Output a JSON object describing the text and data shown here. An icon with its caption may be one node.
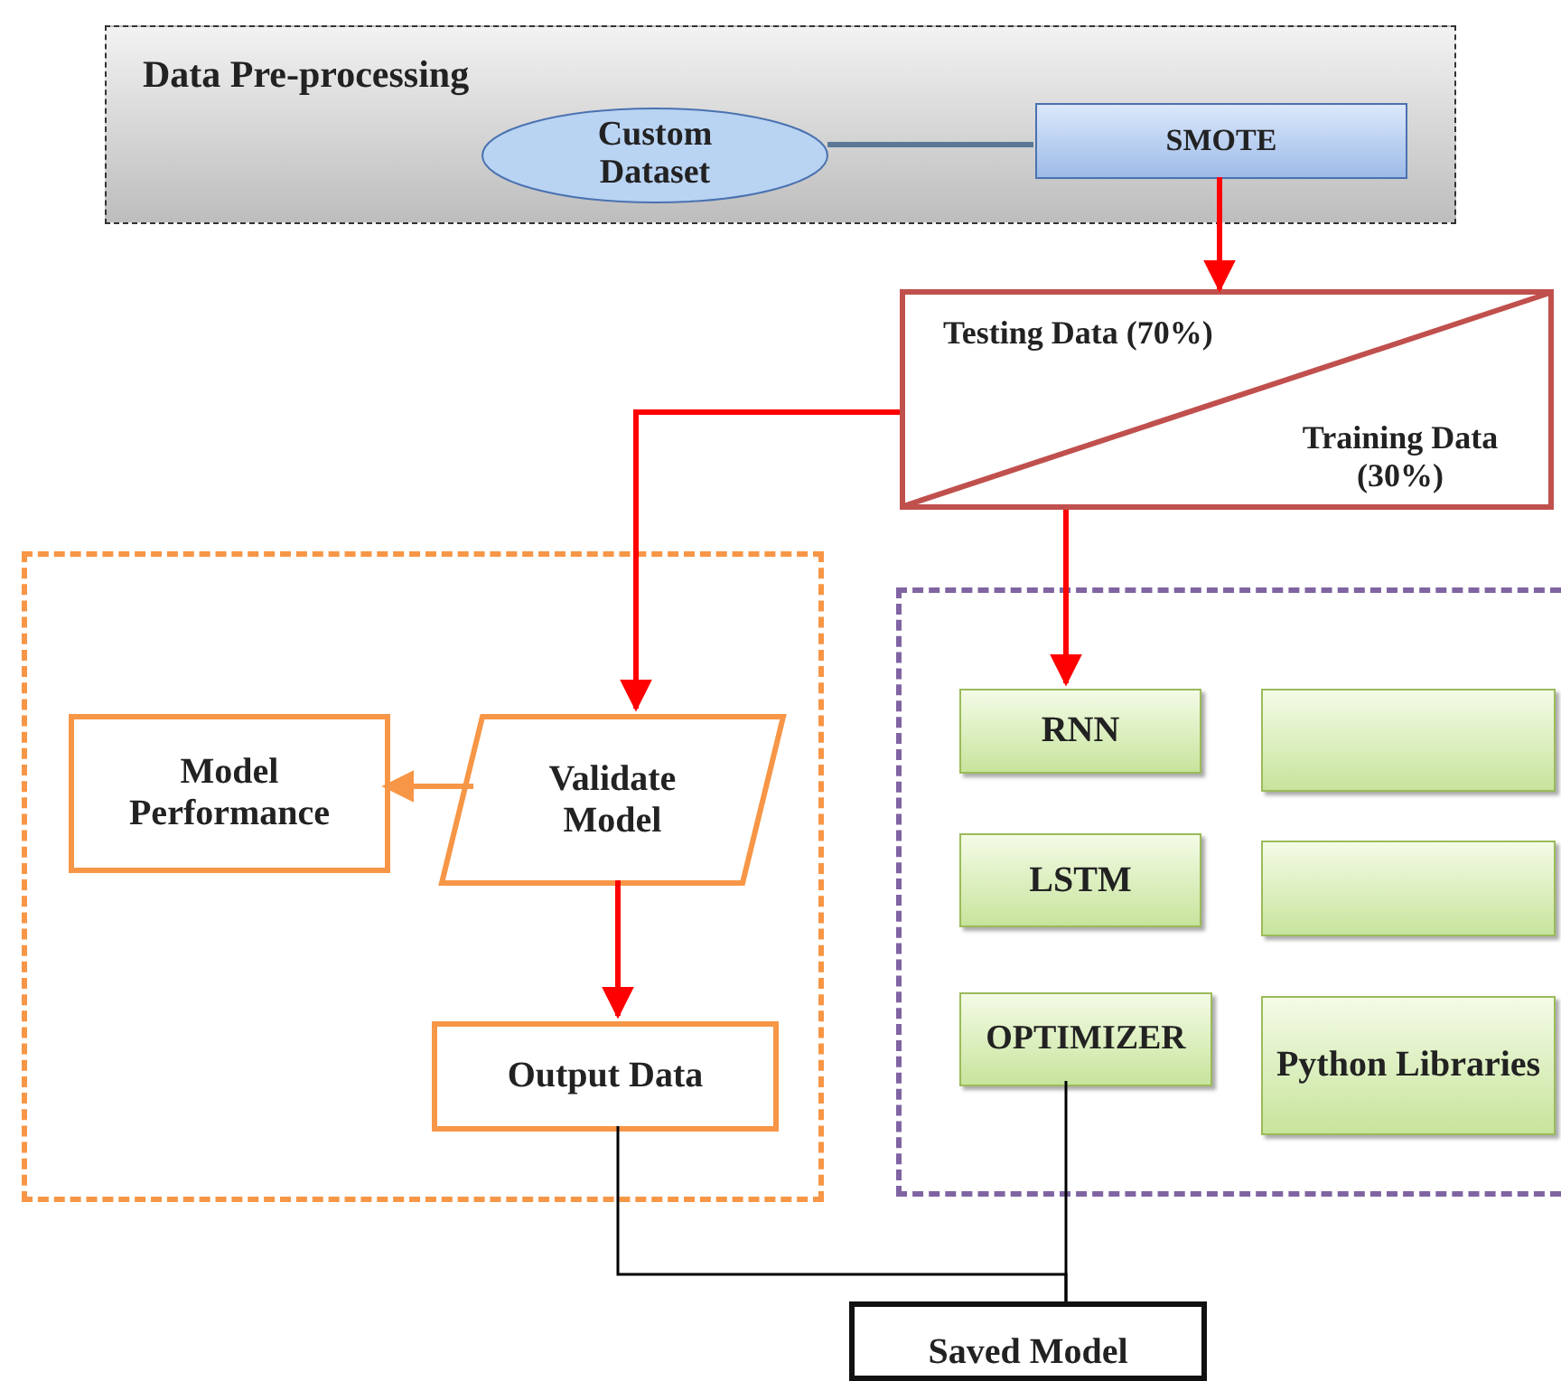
{
  "diagram": {
    "nodes": [
      {
        "text": [
          "Data Pre-processing"
        ]
      },
      {
        "text": [
          "Custom Dataset"
        ],
        "in": 0
      },
      {
        "text": [
          "SMOTE"
        ],
        "in": 0
      },
      {
        "text": [
          "Testing Data (70%)",
          "Training Data (30%)"
        ]
      },
      {
        "text": [],
        "shape": "box"
      },
      {
        "text": [
          "Model Performance"
        ],
        "in": 4
      },
      {
        "text": [
          "Validate Model"
        ],
        "in": 4
      },
      {
        "text": [
          "Output Data"
        ],
        "in": 4
      },
      {
        "text": [],
        "shape": "box"
      },
      {
        "text": [
          "RNN"
        ],
        "in": 8
      },
      {
        "text": [],
        "shape": "box",
        "in": 8
      },
      {
        "text": [
          "LSTM"
        ],
        "in": 8
      },
      {
        "text": [],
        "shape": "box",
        "in": 8
      },
      {
        "text": [
          "OPTIMIZER"
        ],
        "in": 8
      },
      {
        "text": [
          "Python Libraries"
        ],
        "in": 8
      },
      {
        "text": [
          "Saved Model"
        ]
      }
    ],
    "edges": [
      {
        "from": 1,
        "to": 2,
        "arrow": "none",
        "color": "#5a7896"
      },
      {
        "from": 2,
        "to": 3,
        "arrow": "to"
      },
      {
        "from": 3,
        "to": 6,
        "arrow": "to"
      },
      {
        "from": 3,
        "to": 9,
        "arrow": "to"
      },
      {
        "from": 6,
        "to": 5,
        "arrow": "to",
        "color": "#f79646"
      },
      {
        "from": 6,
        "to": 7,
        "arrow": "to"
      },
      {
        "from": 7,
        "to": 15,
        "arrow": "none",
        "color": "#000000"
      },
      {
        "from": 13,
        "to": 15,
        "arrow": "none",
        "color": "#000000"
      }
    ]
  }
}
